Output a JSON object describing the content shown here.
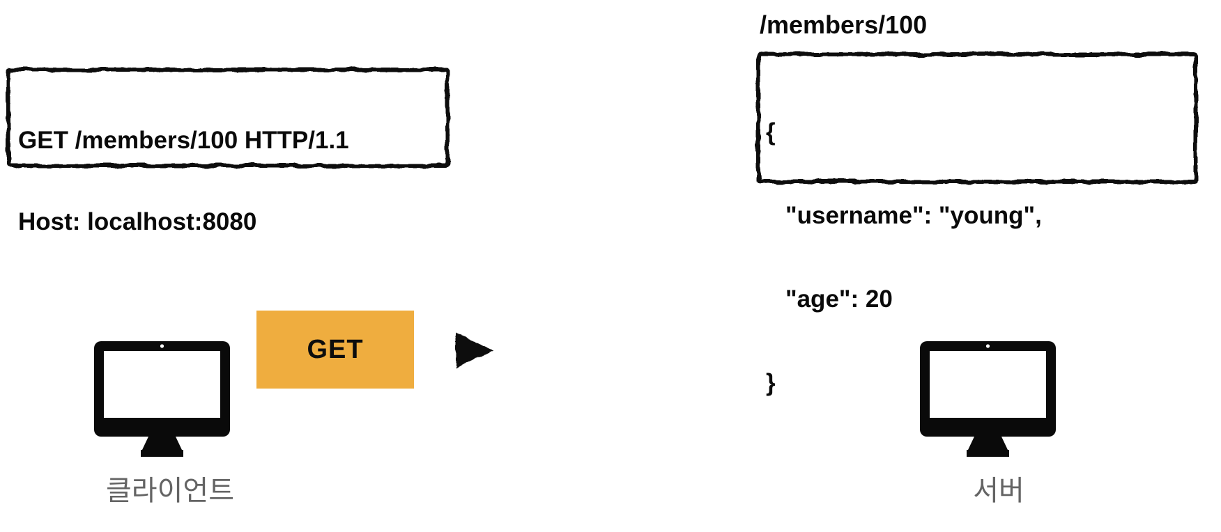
{
  "request_box": {
    "line1": "GET /members/100 HTTP/1.1",
    "line2": "Host: localhost:8080"
  },
  "response_box": {
    "title": "/members/100",
    "body_lines": [
      "{",
      "\"username\": \"young\",",
      "\"age\": 20",
      "}"
    ]
  },
  "flow": {
    "method_label": "GET"
  },
  "nodes": {
    "client_label": "클라이언트",
    "server_label": "서버"
  },
  "colors": {
    "method_box": "#EFAD3F",
    "node_label": "#646464",
    "ink": "#0a0a0a"
  }
}
